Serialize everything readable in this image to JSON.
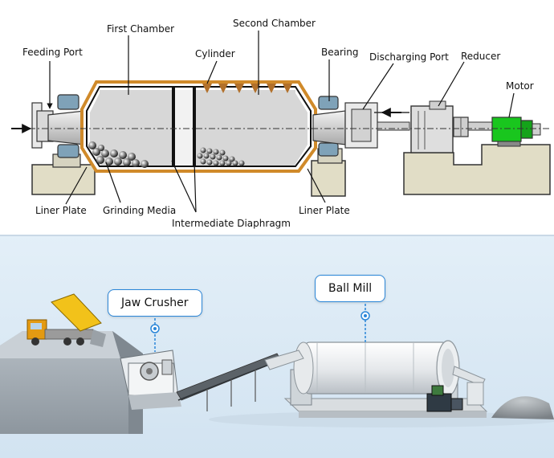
{
  "diagram": {
    "labels": {
      "feeding_port": "Feeding Port",
      "first_chamber": "First Chamber",
      "second_chamber": "Second Chamber",
      "cylinder": "Cylinder",
      "bearing": "Bearing",
      "discharging_port": "Discharging Port",
      "reducer": "Reducer",
      "motor": "Motor",
      "liner_plate_left": "Liner Plate",
      "grinding_media": "Grinding Media",
      "intermediate_diaphragm": "Intermediate Diaphragm",
      "liner_plate_right": "Liner Plate"
    }
  },
  "plant": {
    "jaw_crusher_label": "Jaw Crusher",
    "ball_mill_label": "Ball Mill"
  },
  "colors": {
    "accent": "#2a86d8",
    "machine_green": "#19c61e",
    "base_tan": "#e1ddc6",
    "liner_orange": "#d08a2a",
    "plant_background": "#dcebf6"
  }
}
